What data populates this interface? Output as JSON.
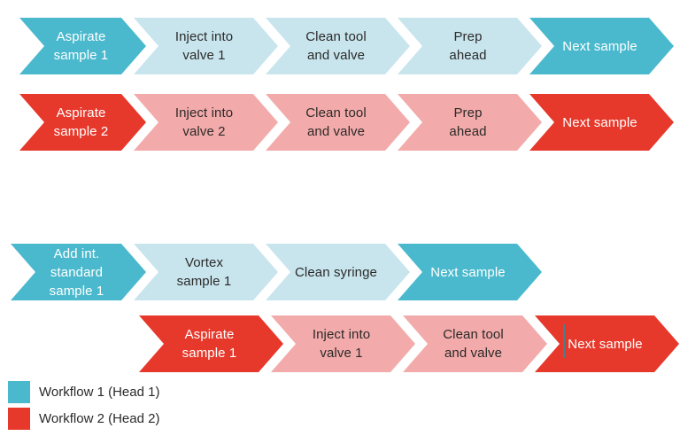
{
  "palette": {
    "workflow1_strong": "#4ab9cd",
    "workflow1_soft": "#c8e5ee",
    "workflow2_strong": "#e6392c",
    "workflow2_soft": "#f2abaa",
    "text_on_strong": "#ffffff",
    "text_on_soft": "#2b2a29"
  },
  "rows": [
    {
      "workflow": 1,
      "strong": "workflow1_strong",
      "soft": "workflow1_soft",
      "steps": [
        {
          "lines": [
            "Aspirate",
            "sample 1"
          ],
          "emphasis": "strong"
        },
        {
          "lines": [
            "Inject into",
            "valve 1"
          ],
          "emphasis": "soft"
        },
        {
          "lines": [
            "Clean tool",
            "and valve"
          ],
          "emphasis": "soft"
        },
        {
          "lines": [
            "Prep",
            "ahead"
          ],
          "emphasis": "soft"
        },
        {
          "lines": [
            "Next sample"
          ],
          "emphasis": "strong"
        }
      ]
    },
    {
      "workflow": 2,
      "strong": "workflow2_strong",
      "soft": "workflow2_soft",
      "steps": [
        {
          "lines": [
            "Aspirate",
            "sample 2"
          ],
          "emphasis": "strong"
        },
        {
          "lines": [
            "Inject into",
            "valve 2"
          ],
          "emphasis": "soft"
        },
        {
          "lines": [
            "Clean tool",
            "and valve"
          ],
          "emphasis": "soft"
        },
        {
          "lines": [
            "Prep",
            "ahead"
          ],
          "emphasis": "soft"
        },
        {
          "lines": [
            "Next sample"
          ],
          "emphasis": "strong"
        }
      ]
    },
    {
      "workflow": 1,
      "strong": "workflow1_strong",
      "soft": "workflow1_soft",
      "steps": [
        {
          "lines": [
            "Add int. standard",
            "sample 1"
          ],
          "emphasis": "strong"
        },
        {
          "lines": [
            "Vortex",
            "sample 1"
          ],
          "emphasis": "soft"
        },
        {
          "lines": [
            "Clean syringe"
          ],
          "emphasis": "soft"
        },
        {
          "lines": [
            "Next sample"
          ],
          "emphasis": "strong"
        }
      ]
    },
    {
      "workflow": 2,
      "strong": "workflow2_strong",
      "soft": "workflow2_soft",
      "steps": [
        {
          "lines": [
            "Aspirate",
            "sample 1"
          ],
          "emphasis": "strong"
        },
        {
          "lines": [
            "Inject into",
            "valve 1"
          ],
          "emphasis": "soft"
        },
        {
          "lines": [
            "Clean tool",
            "and valve"
          ],
          "emphasis": "soft"
        },
        {
          "lines": [
            "Next sample"
          ],
          "emphasis": "strong"
        }
      ]
    }
  ],
  "legend": [
    {
      "label": "Workflow 1 (Head 1)",
      "color": "workflow1_strong"
    },
    {
      "label": "Workflow 2 (Head 2)",
      "color": "workflow2_strong"
    }
  ]
}
